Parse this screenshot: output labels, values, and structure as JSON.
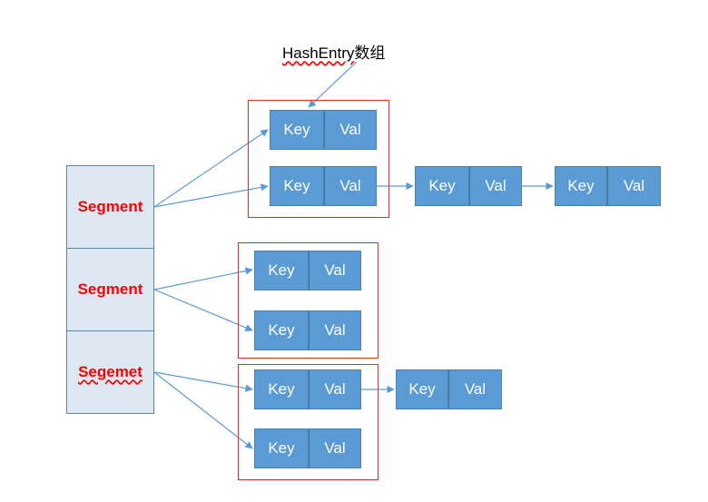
{
  "caption": {
    "latin": "HashEntry",
    "cjk": "数组"
  },
  "segments": [
    {
      "label": "Segment"
    },
    {
      "label": "Segment"
    },
    {
      "label": "Segemet"
    }
  ],
  "entry": {
    "key": "Key",
    "val": "Val"
  },
  "colors": {
    "entry_fill": "#5b9bd5",
    "segment_fill": "#dde8f3",
    "segment_text": "#ff0000",
    "group_border": "#e0301e",
    "arrow": "#5b9bd5"
  }
}
